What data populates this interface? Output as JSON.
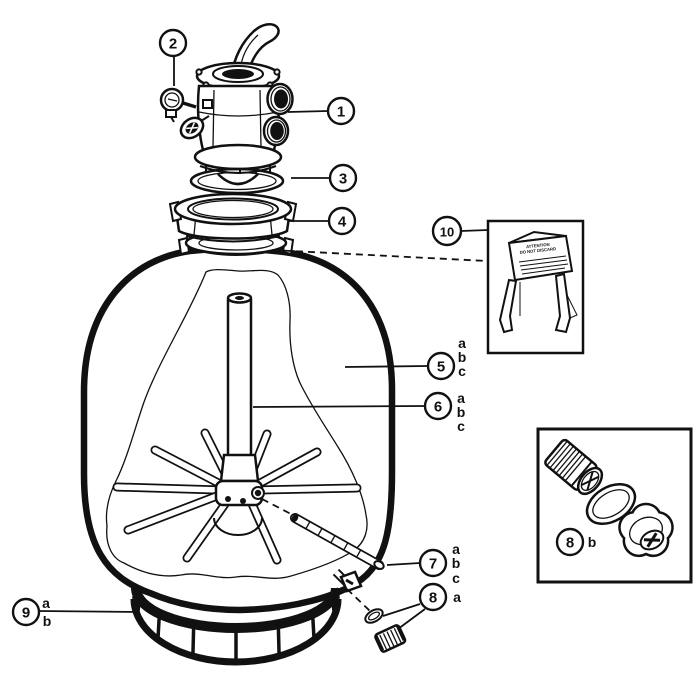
{
  "page": {
    "background": "#ffffff",
    "ink": "#111111",
    "kind": "exploded parts diagram of a sand filter"
  },
  "sign_card": {
    "title_line1": "ATTENTION",
    "title_line2": "DO NOT DISCARD"
  },
  "callouts": [
    {
      "number": "1",
      "subs": []
    },
    {
      "number": "2",
      "subs": []
    },
    {
      "number": "3",
      "subs": []
    },
    {
      "number": "4",
      "subs": []
    },
    {
      "number": "5",
      "subs": [
        "a",
        "b",
        "c"
      ]
    },
    {
      "number": "6",
      "subs": [
        "a",
        "b",
        "c"
      ]
    },
    {
      "number": "7",
      "subs": [
        "a",
        "b",
        "c"
      ]
    },
    {
      "number": "8",
      "subs": [
        "a"
      ]
    },
    {
      "number": "8",
      "subs": [
        "b"
      ]
    },
    {
      "number": "9",
      "subs": [
        "a",
        "b"
      ]
    },
    {
      "number": "10",
      "subs": []
    }
  ]
}
